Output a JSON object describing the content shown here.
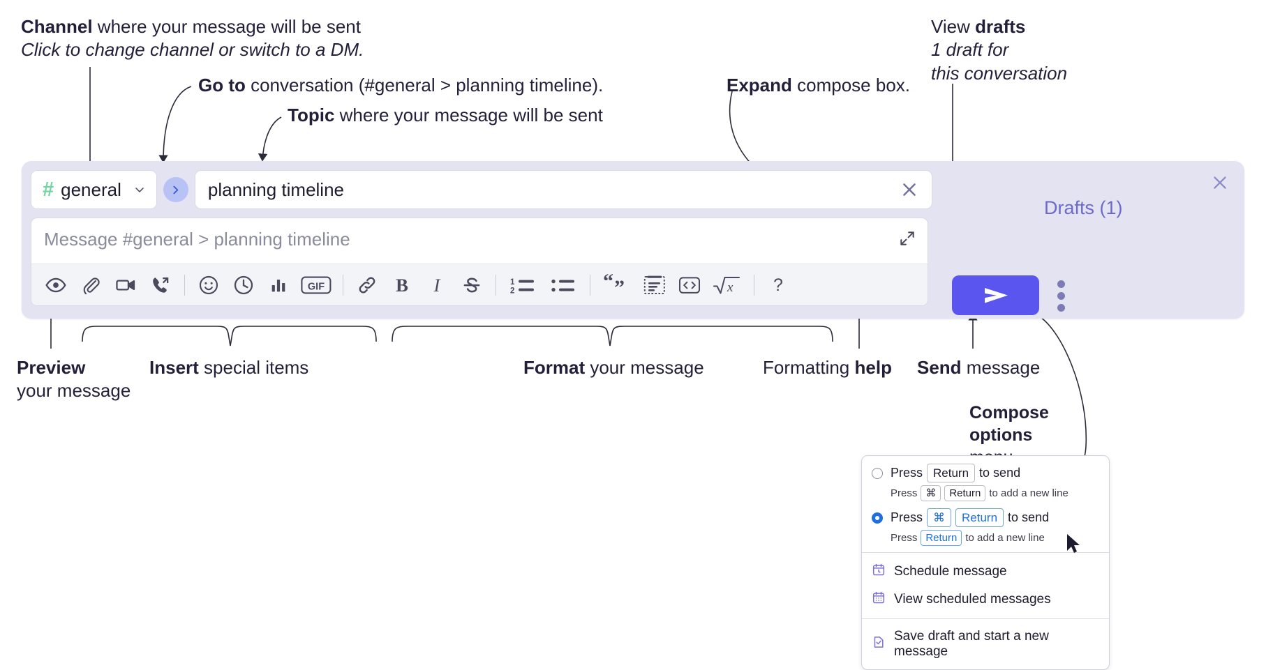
{
  "annotations": {
    "channel": {
      "bold": "Channel",
      "rest": " where your message will be sent",
      "italic": "Click to change channel or switch to a DM."
    },
    "goto": {
      "bold": "Go to",
      "rest": " conversation (#general > planning timeline)."
    },
    "topic": {
      "bold": "Topic",
      "rest": " where your message will be sent"
    },
    "expand": {
      "bold": "Expand",
      "rest": " compose box."
    },
    "drafts": {
      "plain": "View ",
      "bold": "drafts",
      "italic1": "1 draft for",
      "italic2": "this conversation"
    },
    "preview": {
      "bold": "Preview",
      "rest": "your message"
    },
    "insert": {
      "bold": "Insert",
      "rest": " special items"
    },
    "format": {
      "bold": "Format",
      "rest": " your message"
    },
    "help": {
      "plain": "Formatting ",
      "bold": "help"
    },
    "send": {
      "bold": "Send",
      "rest": " message"
    },
    "compose_options": {
      "bold1": "Compose",
      "bold2": "options",
      "rest": "menu"
    }
  },
  "compose": {
    "channel": {
      "hash": "#",
      "name": "general",
      "chevron": "chevron-down"
    },
    "goto_button": "go-to-conversation",
    "topic": {
      "value": "planning timeline",
      "clear": "close-icon"
    },
    "message": {
      "placeholder": "Message #general > planning timeline",
      "value": ""
    },
    "expand": "expand-icon",
    "close": "close-icon",
    "send_label": "send",
    "kebab_label": "compose-options",
    "drafts_link": "Drafts (1)",
    "accent_send": "#5b55f0",
    "panel_bg": "#e3e3f1",
    "hash_color": "#6fd6a0",
    "drafts_color": "#6d6ac9",
    "toolbar": [
      {
        "name": "preview-icon",
        "group": "preview"
      },
      {
        "name": "attachment-icon",
        "group": "insert"
      },
      {
        "name": "video-icon",
        "group": "insert"
      },
      {
        "name": "huddle-call-icon",
        "group": "insert"
      },
      {
        "name": "divider",
        "group": "sep"
      },
      {
        "name": "emoji-icon",
        "group": "insert"
      },
      {
        "name": "clock-icon",
        "group": "insert"
      },
      {
        "name": "poll-bar-chart-icon",
        "group": "insert"
      },
      {
        "name": "gif-icon",
        "group": "insert"
      },
      {
        "name": "divider",
        "group": "sep"
      },
      {
        "name": "link-icon",
        "group": "format"
      },
      {
        "name": "bold-icon",
        "group": "format"
      },
      {
        "name": "italic-icon",
        "group": "format"
      },
      {
        "name": "strikethrough-icon",
        "group": "format"
      },
      {
        "name": "divider",
        "group": "sep"
      },
      {
        "name": "ordered-list-icon",
        "group": "format"
      },
      {
        "name": "bulleted-list-icon",
        "group": "format"
      },
      {
        "name": "divider",
        "group": "sep"
      },
      {
        "name": "blockquote-icon",
        "group": "format"
      },
      {
        "name": "code-block-icon",
        "group": "format"
      },
      {
        "name": "inline-code-icon",
        "group": "format"
      },
      {
        "name": "math-icon",
        "group": "format"
      },
      {
        "name": "divider",
        "group": "sep"
      },
      {
        "name": "help-icon",
        "group": "help"
      }
    ],
    "gif_label": "GIF",
    "bold_label": "B",
    "italic_label": "I",
    "help_label": "?"
  },
  "menu": {
    "options": [
      {
        "selected": false,
        "parts": [
          "Press",
          "Return",
          "to send"
        ],
        "sub": [
          "Press",
          "⌘",
          "Return",
          "to add a new line"
        ]
      },
      {
        "selected": true,
        "parts": [
          "Press",
          "⌘",
          "Return",
          "to send"
        ],
        "sub": [
          "Press",
          "Return",
          "to add a new line"
        ]
      }
    ],
    "items": [
      {
        "icon": "calendar-clock-icon",
        "label": "Schedule message"
      },
      {
        "icon": "calendar-grid-icon",
        "label": "View scheduled messages"
      },
      {
        "icon": "save-draft-icon",
        "label": "Save draft and start a new message"
      }
    ],
    "accent_blue": "#1f6fe0",
    "icon_purple": "#7b6fd6"
  }
}
